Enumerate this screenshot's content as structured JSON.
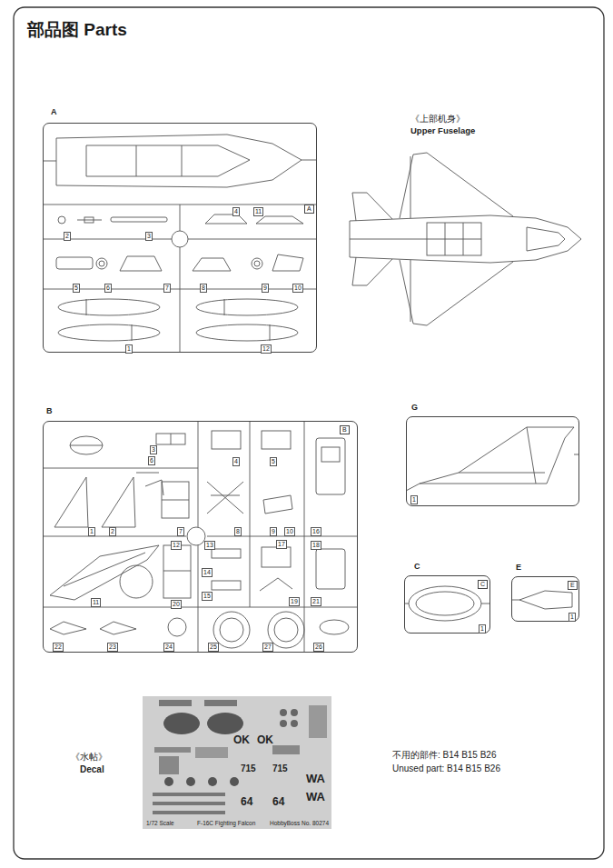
{
  "diagram": {
    "title": "部品图 Parts",
    "nodes": [
      {
        "text": [
          "A",
          "A"
        ]
      },
      {
        "text": [
          "B",
          "B"
        ]
      },
      {
        "text": [
          "G"
        ]
      },
      {
        "text": [
          "C",
          "C"
        ]
      },
      {
        "text": [
          "E",
          "E"
        ]
      },
      {
        "text": [
          "OK",
          "OK",
          "715",
          "715",
          "64",
          "64",
          "WA",
          "WA",
          "1/72 Scale",
          "F-16C Fighting Falcon",
          "HobbyBoss No. 80274"
        ]
      }
    ],
    "labels": [
      "《上部机身》",
      "Upper Fuselage",
      "《水帖》",
      "Decal",
      "不用的部件: B14 B15 B26",
      "Unused part: B14 B15 B26",
      "1",
      "2",
      "3",
      "4",
      "5",
      "6",
      "7",
      "8",
      "9",
      "10",
      "11",
      "12",
      "1",
      "2",
      "3",
      "4",
      "5",
      "6",
      "7",
      "8",
      "9",
      "10",
      "11",
      "12",
      "13",
      "14",
      "15",
      "16",
      "17",
      "18",
      "19",
      "20",
      "21",
      "22",
      "23",
      "24",
      "25",
      "26",
      "27",
      "1",
      "1",
      "1"
    ]
  }
}
